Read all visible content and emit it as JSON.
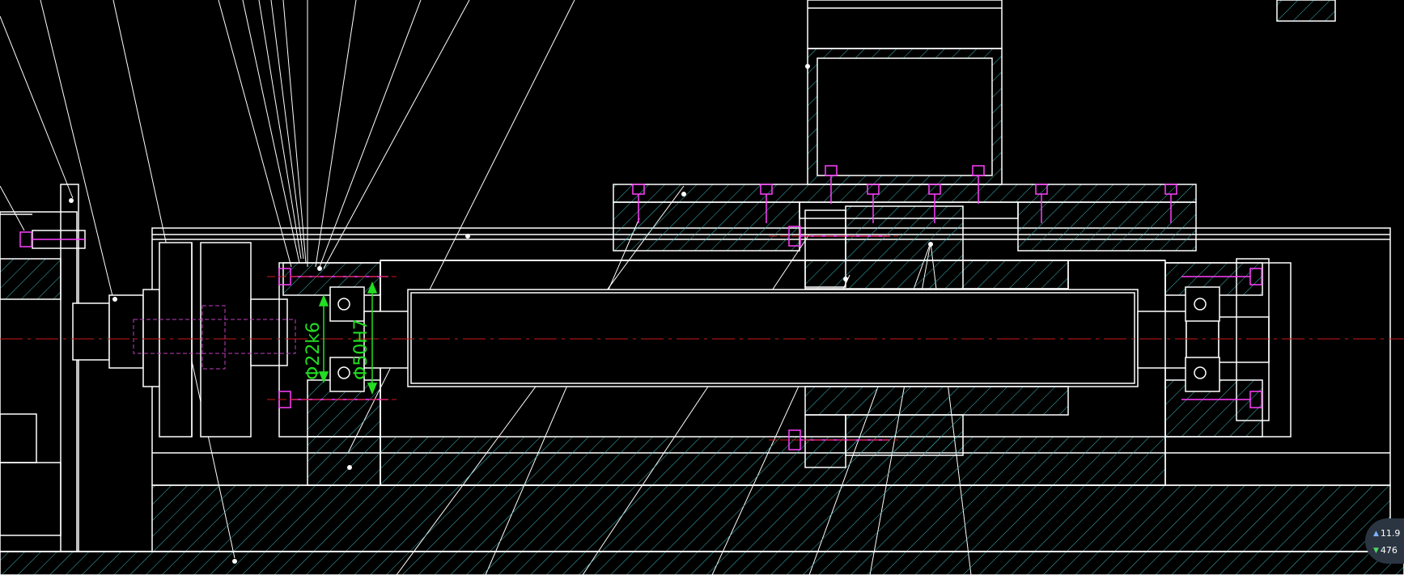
{
  "drawing": {
    "colors": {
      "background": "#000000",
      "outline": "#ffffff",
      "hatch": "#3fb7b7",
      "centerline": "#d01818",
      "dimension": "#22dd22",
      "hidden_line": "#c040c0",
      "bolt_head": "#ff40ff"
    },
    "dimensions": [
      {
        "label": "Φ22k6"
      },
      {
        "label": "Φ50H7"
      }
    ]
  },
  "network_widget": {
    "upload": "11.9",
    "download": "476"
  }
}
